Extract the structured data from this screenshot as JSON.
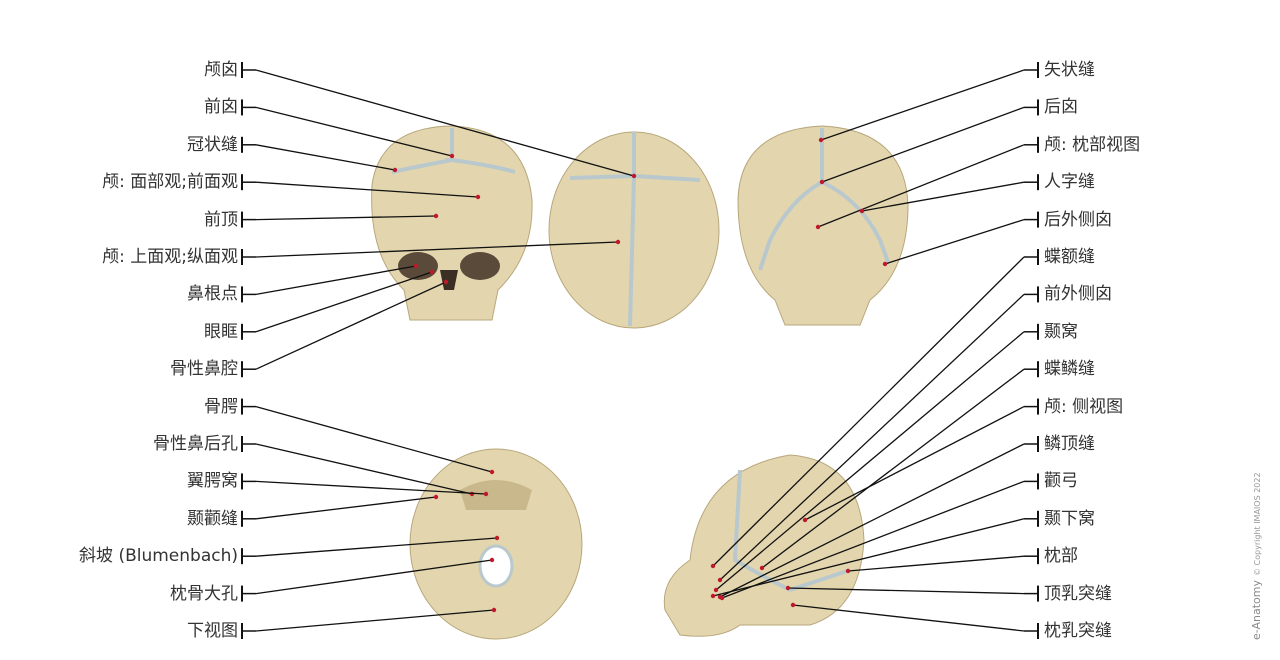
{
  "left_labels": [
    "颅囟",
    "前囟",
    "冠状缝",
    "颅: 面部观;前面观",
    "前顶",
    "颅: 上面观;纵面观",
    "鼻根点",
    "眼眶",
    "骨性鼻腔",
    "骨腭",
    "骨性鼻后孔",
    "翼腭窝",
    "颞颧缝",
    "斜坡 (Blumenbach)",
    "枕骨大孔",
    "下视图"
  ],
  "right_labels": [
    "矢状缝",
    "后囟",
    "颅: 枕部视图",
    "人字缝",
    "后外侧囟",
    "蝶额缝",
    "前外侧囟",
    "颞窝",
    "蝶鳞缝",
    "颅: 侧视图",
    "鳞顶缝",
    "颧弓",
    "颞下窝",
    "枕部",
    "顶乳突缝",
    "枕乳突缝"
  ],
  "copyright": {
    "brand": "e-Anatomy",
    "text": "© Copyright IMAIOS 2022"
  },
  "colors": {
    "bone": "#e3d6ae",
    "suture": "#b8c8cc",
    "line": "#111111",
    "dot": "#c0182a"
  }
}
